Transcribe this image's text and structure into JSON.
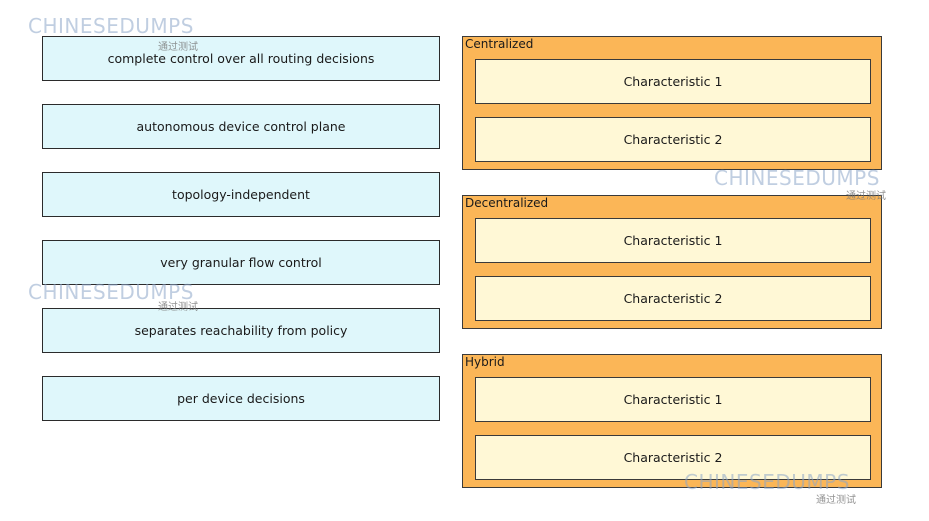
{
  "items": [
    {
      "label": "complete control over all routing decisions"
    },
    {
      "label": "autonomous device control plane"
    },
    {
      "label": "topology-independent"
    },
    {
      "label": "very granular flow control"
    },
    {
      "label": "separates reachability from policy"
    },
    {
      "label": "per device decisions"
    }
  ],
  "groups": [
    {
      "title": "Centralized",
      "slots": [
        {
          "label": "Characteristic 1"
        },
        {
          "label": "Characteristic 2"
        }
      ]
    },
    {
      "title": "Decentralized",
      "slots": [
        {
          "label": "Characteristic 1"
        },
        {
          "label": "Characteristic 2"
        }
      ]
    },
    {
      "title": "Hybrid",
      "slots": [
        {
          "label": "Characteristic 1"
        },
        {
          "label": "Characteristic 2"
        }
      ]
    }
  ],
  "watermarks": {
    "brand": "CHINESEDUMPS",
    "sub": "通过测试"
  },
  "colors": {
    "item_bg": "#dff7fb",
    "group_bg": "#fbb657",
    "slot_bg": "#fff8d6"
  }
}
